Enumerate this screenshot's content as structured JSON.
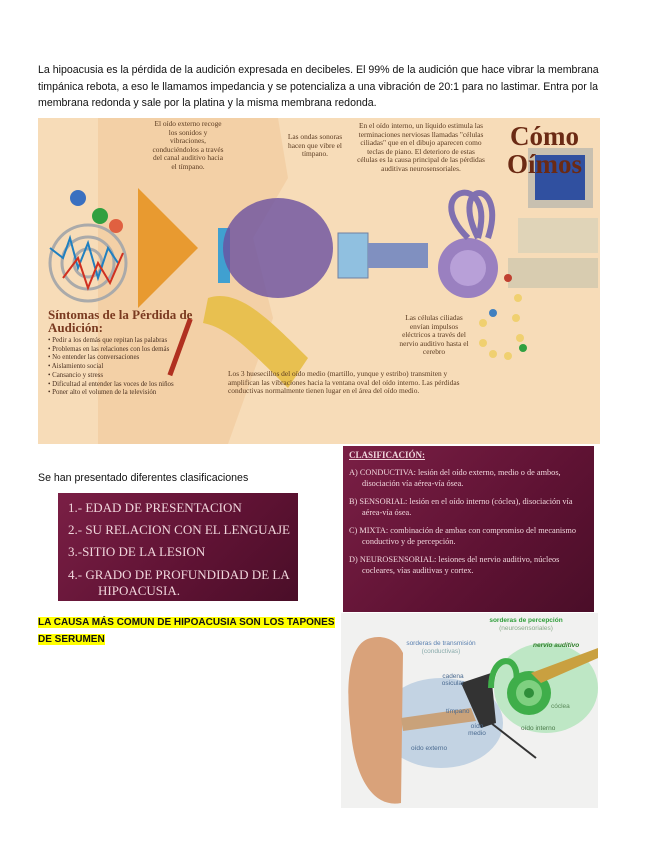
{
  "intro": "La hipoacusia es la pérdida de la audición expresada en decibeles. El 99% de la audición que hace vibrar la membrana timpánica rebota, a eso le llamamos impedancia y se potencializa a una vibración de 20:1 para no lastimar. Entra por la membrana redonda y sale por la platina y la misma membrana redonda.",
  "infographic": {
    "title_line1": "Cómo",
    "title_line2": "Oímos",
    "cap_outer": "El oído externo recoge los sonidos y vibraciones, conduciéndolos a través del canal auditivo hacia el tímpano.",
    "cap_waves": "Las ondas sonoras hacen que vibre el tímpano.",
    "cap_inner": "En el oído interno, un líquido estimula las terminaciones nerviosas llamadas \"células ciliadas\" que en el dibujo aparecen como teclas de piano. El deterioro de estas células es la causa principal de las pérdidas auditivas neurosensoriales.",
    "cap_cells": "Las células ciliadas envían impulsos eléctricos a través del nervio auditivo hasta el cerebro",
    "cap_bones": "Los 3 huesecillos del oído medio (martillo, yunque y estribo) transmiten y amplifican las vibraciones hacia la ventana oval del oído interno. Las pérdidas conductivas normalmente tienen lugar en el área del oído medio.",
    "symptoms_title": "Síntomas de la Pérdida de Audición:",
    "symptoms": [
      "Pedir a los demás que repitan las palabras",
      "Problemas en las relaciones con los demás",
      "No entender las conversaciones",
      "Aislamiento social",
      "Cansancio y stress",
      "Dificultad al entender las voces de los niños",
      "Poner alto el volumen de la televisión"
    ]
  },
  "subtitle": "Se han presentado diferentes clasificaciones",
  "slide1": [
    "1.- EDAD DE PRESENTACION",
    "2.- SU RELACION CON EL LENGUAJE",
    "3.-SITIO DE LA LESION",
    "4.- GRADO DE PROFUNDIDAD DE LA",
    "HIPOACUSIA."
  ],
  "slide2": {
    "title": "CLASIFICACIÓN:",
    "items": [
      "A) CONDUCTIVA: lesión del oído externo, medio o de ambos, disociación vía aérea-vía ósea.",
      "B) SENSORIAL: lesión en el oído interno (cóclea), disociación vía aérea-vía ósea.",
      "C) MIXTA: combinación de ambas con compromiso del mecanismo conductivo y de percepción.",
      "D) NEUROSENSORIAL: lesiones del nervio auditivo, núcleos cocleares, vías auditivas y cortex."
    ]
  },
  "cause": "LA CAUSA MÁS COMUN DE HIPOACUSIA SON LOS TAPONES DE SERUMEN",
  "ear": {
    "transmision": "sorderas de transmisión",
    "conductivas": "(conductivas)",
    "percepcion": "sorderas de percepción",
    "neuro": "(neurosensoriales)",
    "nervio": "nervio auditivo",
    "cadena": "cadena osicular",
    "timpano": "tímpano",
    "coclea": "cóclea",
    "medio": "oído medio",
    "interno": "oído interno",
    "externo": "oído externo"
  }
}
